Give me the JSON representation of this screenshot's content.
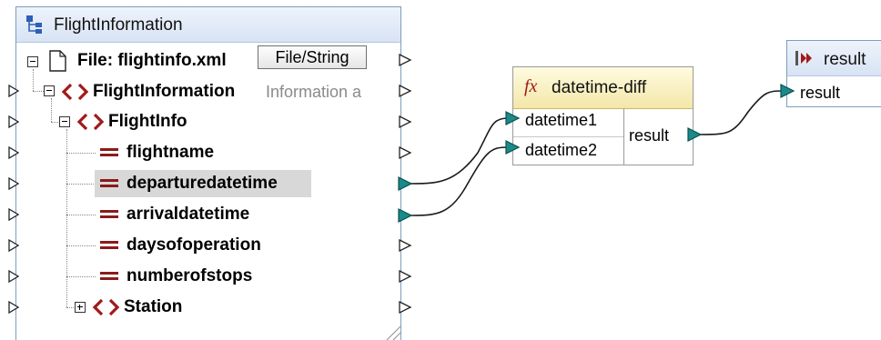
{
  "source": {
    "title": "FlightInformation",
    "file_label": "File: flightinfo.xml",
    "file_button": "File/String",
    "root_label": "FlightInformation",
    "root_annotation": "Information a",
    "tree": [
      {
        "label": "FlightInfo",
        "kind": "element"
      },
      {
        "label": "flightname",
        "kind": "attribute"
      },
      {
        "label": "departuredatetime",
        "kind": "attribute",
        "selected": true
      },
      {
        "label": "arrivaldatetime",
        "kind": "attribute"
      },
      {
        "label": "daysofoperation",
        "kind": "attribute"
      },
      {
        "label": "numberofstops",
        "kind": "attribute"
      },
      {
        "label": "Station",
        "kind": "element",
        "collapsed": true
      }
    ]
  },
  "function": {
    "title": "datetime-diff",
    "icon_text": "fx",
    "inputs": [
      "datetime1",
      "datetime2"
    ],
    "output": "result"
  },
  "target": {
    "title": "result",
    "input": "result"
  },
  "colors": {
    "connector_fill": "#1a8a8a",
    "element_icon": "#a11a1a",
    "connection_line": "#1a1a1a"
  }
}
